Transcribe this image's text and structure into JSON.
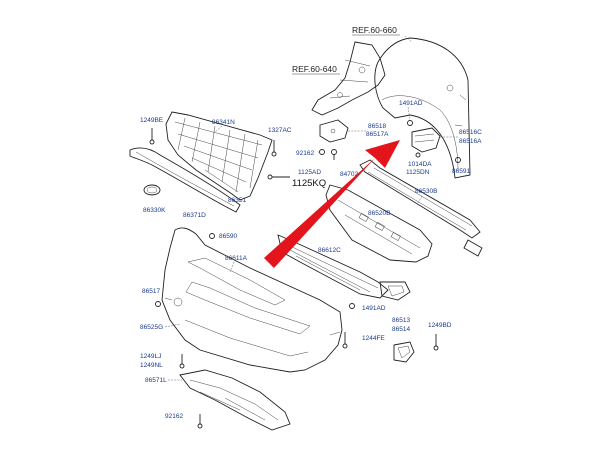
{
  "refs": {
    "fender": "REF.60-660",
    "bracket": "REF.60-640"
  },
  "labels": {
    "c1491AD_top": "1491AD",
    "c86518": "86518",
    "c86517A": "86517A",
    "c86516C": "86516C",
    "c86516A": "86516A",
    "c1014DA": "1014DA",
    "c1125DN": "1125DN",
    "c86591": "86591",
    "c1249BE_top": "1249BE",
    "c86341N": "86341N",
    "c1327AC": "1327AC",
    "c92162_top": "92162",
    "c1125AD": "1125AD",
    "c1125KQ": "1125KQ",
    "c84702": "84702",
    "c86530B": "86530B",
    "c86351": "86351",
    "c86330K": "86330K",
    "c86371D": "86371D",
    "c86520B": "86520B",
    "c86590": "86590",
    "c86612C": "86612C",
    "c86611A": "86611A",
    "c86517": "86517",
    "c1491AD_mid": "1491AD",
    "c86525G": "86525G",
    "c86513": "86513",
    "c86514": "86514",
    "c1249BD": "1249BD",
    "c1244FE": "1244FE",
    "c1249LJ": "1249LJ",
    "c1249NL": "1249NL",
    "c86571L": "86571L",
    "c92162_bot": "92162"
  },
  "arrow_color": "#e3141c",
  "label_color": "#1a3a8c"
}
